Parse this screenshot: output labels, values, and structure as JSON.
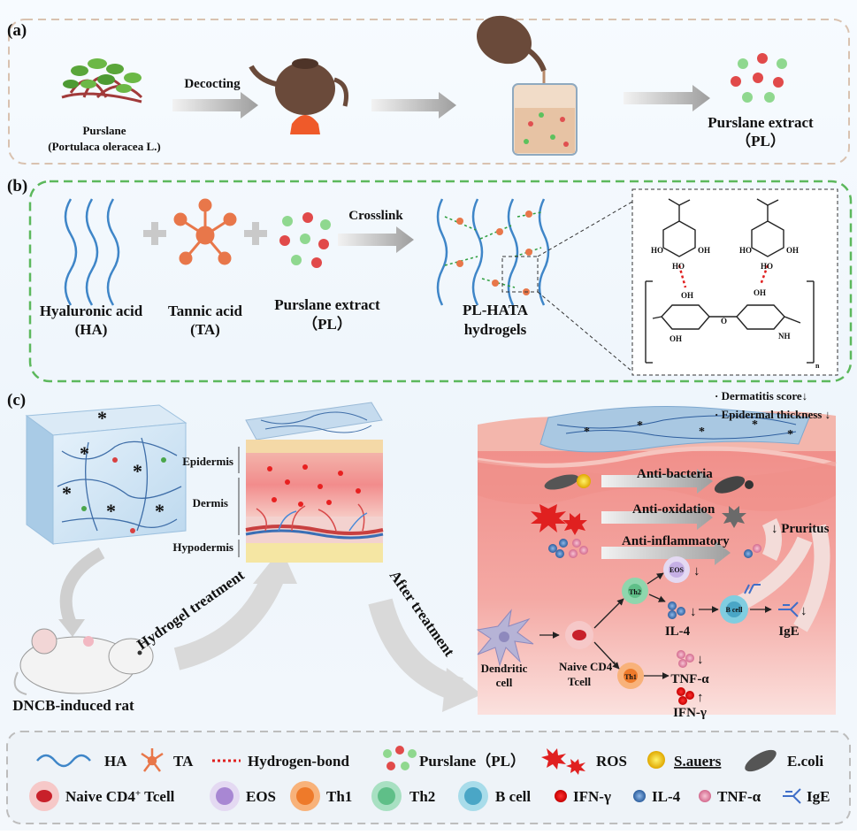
{
  "panel_a": {
    "label": "(a)",
    "plant_name": "Purslane",
    "plant_latin": "(Portulaca oleracea  L.)",
    "step1": "Decocting",
    "product": "Purslane extract",
    "product_abbr": "（PL）"
  },
  "panel_b": {
    "label": "(b)",
    "ha_name": "Hyaluronic acid",
    "ha_abbr": "(HA)",
    "ta_name": "Tannic acid",
    "ta_abbr": "(TA)",
    "pl_name": "Purslane extract",
    "pl_abbr": "（PL）",
    "arrow": "Crosslink",
    "product_line1": "PL-HATA",
    "product_line2": "hydrogels",
    "chem": {
      "oh1": "HO",
      "oh2": "OH",
      "oh3": "HO",
      "oh4": "OH",
      "oh5": "OH",
      "oh6": "OH",
      "oh7": "OH",
      "oh8": "HO",
      "oh9": "OH",
      "oh10": "OH",
      "nh": "NH",
      "n": "n",
      "o": "O"
    }
  },
  "panel_c": {
    "label": "(c)",
    "layers": [
      "Epidermis",
      "Dermis",
      "Hypodermis"
    ],
    "rat_label": "DNCB-induced rat",
    "treat1": "Hydrogel treatment",
    "treat2": "After treatment",
    "score1": "· Dermatitis score↓",
    "score2": "· Epidermal thickness ↓",
    "anti": [
      "Anti-bacteria",
      "Anti-oxidation",
      "Anti-inflammatory"
    ],
    "pruritus": "↓ Pruritus",
    "eos": "EOS",
    "th2": "Th2",
    "th1": "Th1",
    "bcell": "B cell",
    "il4": "IL-4",
    "ige": "IgE",
    "tnf": "TNF-α",
    "ifn": "IFN-γ",
    "dendritic_1": "Dendritic",
    "dendritic_2": "cell",
    "naive_1": "Naive CD4",
    "naive_sup": "+",
    "naive_2": "Tcell",
    "down": "↓",
    "up": "↑"
  },
  "legend": {
    "ha": "HA",
    "ta": "TA",
    "hbond": "Hydrogen-bond",
    "pl": "Purslane（PL）",
    "ros": "ROS",
    "saureus": "S.auers",
    "ecoli": "E.coli",
    "naive": "Naive CD4",
    "naive_sup": "+",
    "naive_tail": " Tcell",
    "eos": "EOS",
    "th1": "Th1",
    "th2": "Th2",
    "bcell": "B cell",
    "ifn": "IFN-γ",
    "il4": "IL-4",
    "tnf": "TNF-α",
    "ige": "IgE"
  },
  "colors": {
    "dash_a": "#d9c2b0",
    "dash_b": "#5cb85c",
    "dash_legend": "#bdbdbd",
    "ta_orange": "#e8774a",
    "ha_blue": "#3f86c8",
    "skin_pink": "#f5a7a4",
    "teapot": "#6a4a3a"
  }
}
